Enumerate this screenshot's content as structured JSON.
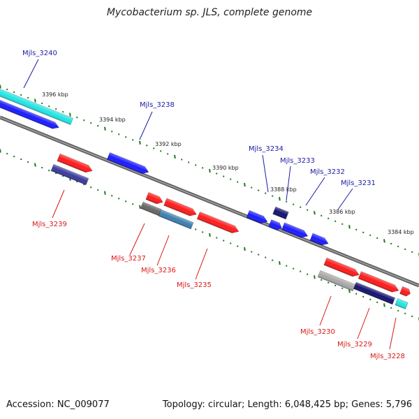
{
  "title": "Mycobacterium sp. JLS, complete genome",
  "footer": {
    "accession": "Accession: NC_009077",
    "summary": "Topology: circular; Length: 6,048,425 bp; Genes: 5,796"
  },
  "kbp_labels": [
    "3396 kbp",
    "3394 kbp",
    "3392 kbp",
    "3390 kbp",
    "3388 kbp",
    "3386 kbp",
    "3384 kbp"
  ],
  "genes_top": [
    "Mjls_3240",
    "Mjls_3238",
    "Mjls_3234",
    "Mjls_3233",
    "Mjls_3232",
    "Mjls_3231"
  ],
  "genes_bottom": [
    "Mjls_3239",
    "Mjls_3237",
    "Mjls_3236",
    "Mjls_3235",
    "Mjls_3230",
    "Mjls_3229",
    "Mjls_3228"
  ],
  "colors": {
    "backbone": "#7a7a7a",
    "tick": "#1f7a1f",
    "forward": "#1a1aff",
    "reverse": "#ff1a1a",
    "cyan": "#22e6e6",
    "navy": "#121270",
    "gray": "#a8a8a8"
  }
}
